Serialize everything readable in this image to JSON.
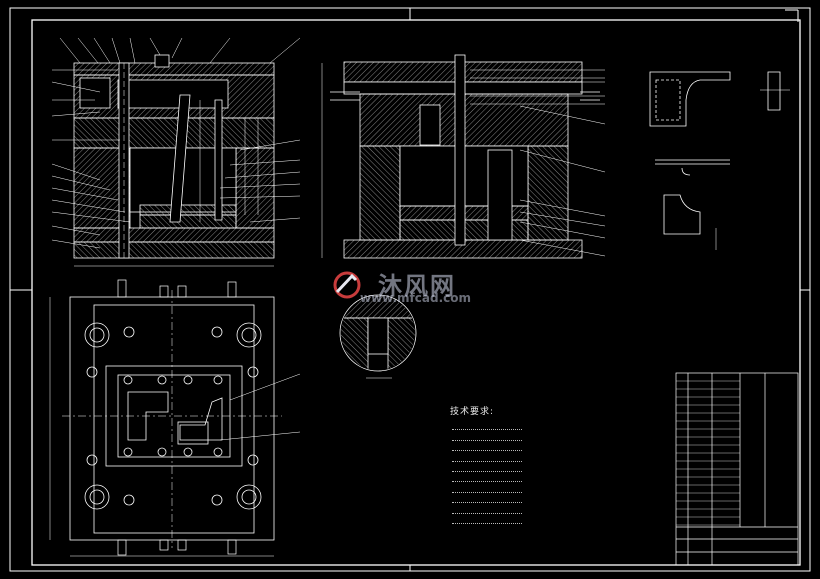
{
  "watermark": {
    "name_cn": "沐风网",
    "url": "www.mfcad.com",
    "logo_color": "#c83c3c"
  },
  "technical_requirements": {
    "title": "技术要求:",
    "items": 10
  },
  "colors": {
    "background": "#000000",
    "line": "#ffffff",
    "section_hatch": "#cfcfcf",
    "border": "#ffffff"
  }
}
